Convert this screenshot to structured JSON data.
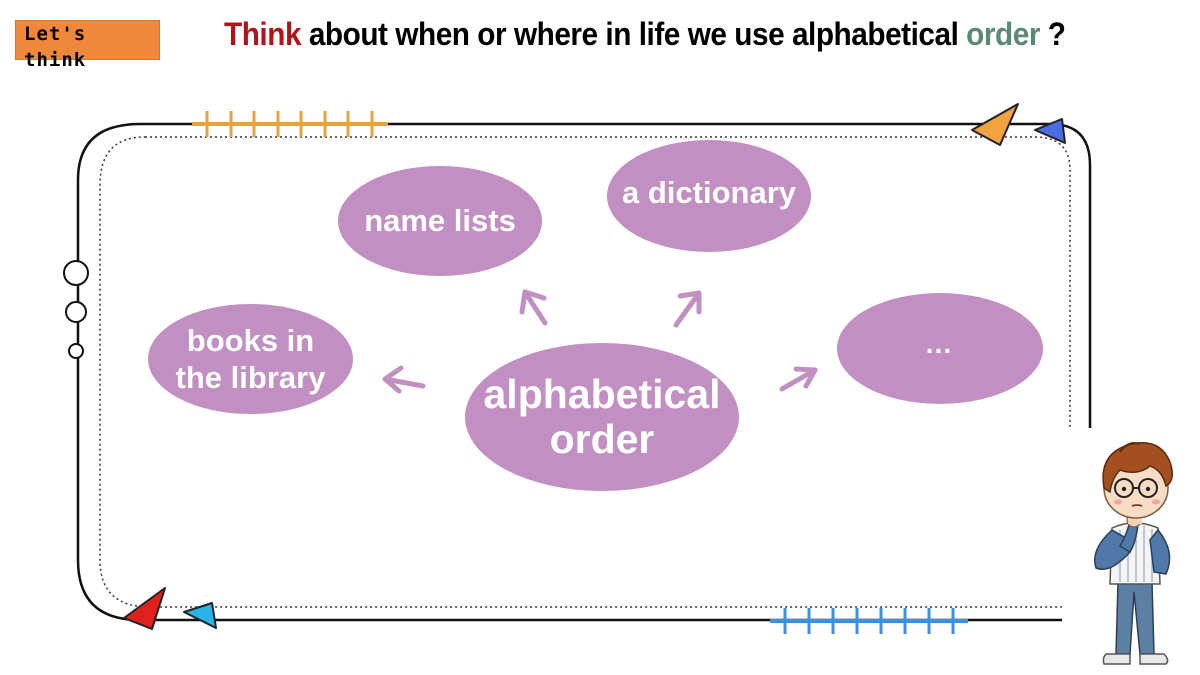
{
  "badge": {
    "label": "Let's think"
  },
  "title": {
    "part1": "Think",
    "part2": " about when or where in life we use ",
    "part3": "alphabetical ",
    "part4": "order",
    "part5": " ?"
  },
  "diagram": {
    "center": {
      "line1": "alphabetical",
      "line2": "order"
    },
    "nodes": {
      "name_lists": {
        "label": "name lists"
      },
      "dictionary": {
        "label": "a dictionary"
      },
      "books": {
        "line1": "books in",
        "line2": "the library"
      },
      "more": {
        "label": "…"
      }
    }
  },
  "colors": {
    "bubble": "#c18fc2",
    "badge": "#f0883a",
    "think": "#b4121a",
    "order": "#5b8a74",
    "ruler_top": "#e8a23c",
    "ruler_bottom": "#3d8fe0"
  }
}
